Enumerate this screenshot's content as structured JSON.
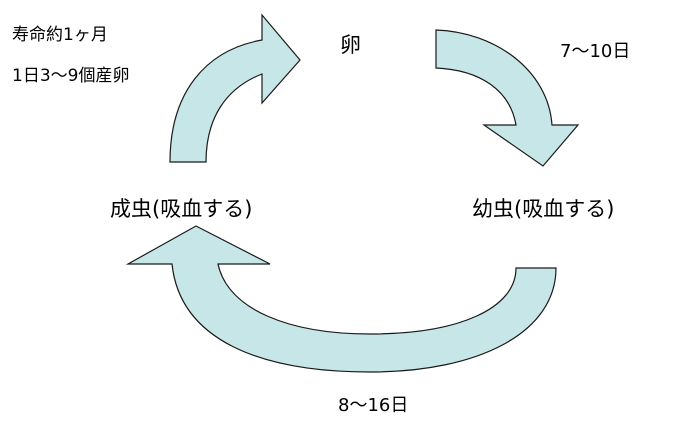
{
  "diagram": {
    "lifespan_note": "寿命約1ヶ月",
    "eggs_note": "1日3〜9個産卵",
    "egg_label": "卵",
    "egg_to_larva_days": "7〜10日",
    "larva_label": "幼虫(吸血する)",
    "adult_label": "成虫(吸血する)",
    "larva_to_adult_days": "8〜16日"
  },
  "colors": {
    "arrow_fill": "#c6e6e8",
    "arrow_stroke": "#1a1a1a",
    "background": "#ffffff",
    "text": "#000000"
  }
}
